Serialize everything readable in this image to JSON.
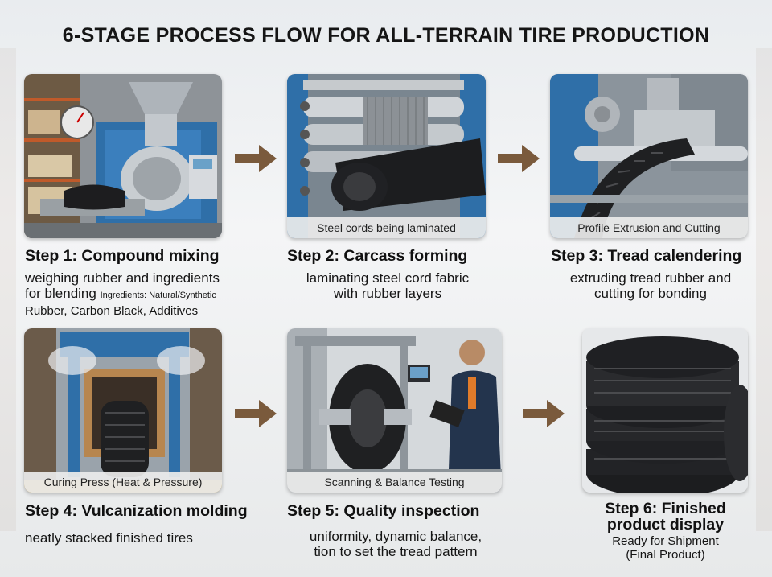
{
  "title": "6-STAGE PROCESS FLOW FOR ALL-TERRAIN TIRE PRODUCTION",
  "steps": [
    {
      "heading": "Step 1: Compound mixing",
      "desc_line1": "weighing rubber and ingredients",
      "desc_line2": "for blending",
      "desc_small": "Ingredients: Natural/Synthetic",
      "desc_line3": "Rubber, Carbon Black, Additives",
      "caption": ""
    },
    {
      "heading": "Step 2: Carcass forming",
      "desc_line1": "laminating steel cord fabric",
      "desc_line2": "with rubber layers",
      "caption": "Steel cords being laminated"
    },
    {
      "heading": "Step 3: Tread calendering",
      "desc_line1": "extruding tread rubber and",
      "desc_line2": "cutting for bonding",
      "caption": "Profile Extrusion and Cutting"
    },
    {
      "heading": "Step 4: Vulcanization molding",
      "desc_line1": "neatly stacked finished tires",
      "caption": "Curing Press (Heat & Pressure)"
    },
    {
      "heading": "Step 5: Quality inspection",
      "desc_line1": "uniformity, dynamic balance,",
      "desc_line2": "tion to set the tread pattern",
      "caption": "Scanning & Balance Testing"
    },
    {
      "heading_line1": "Step 6: Finished",
      "heading_line2": "product display",
      "desc_line1": "Ready for Shipment",
      "desc_line2": "(Final Product)"
    }
  ],
  "icons": {
    "arrow": "arrow-right-icon"
  },
  "colors": {
    "arrow": "#7a5a3c",
    "machine_blue": "#2f6fa8",
    "steel": "#b9bec3"
  }
}
